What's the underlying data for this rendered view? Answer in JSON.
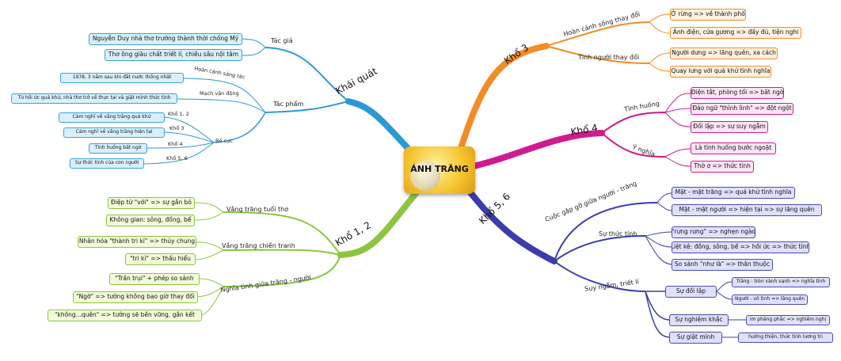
{
  "center": {
    "title": "ÁNH TRĂNG"
  },
  "colors": {
    "blue": "#2a9ad6",
    "green": "#8cc63f",
    "orange": "#f28c28",
    "pink": "#cf1b8f",
    "purple": "#3c3cab"
  },
  "khai_quat": {
    "label": "Khái quát",
    "tac_gia": {
      "label": "Tác giả",
      "items": [
        "Nguyễn Duy nhà thơ trưởng thành thời chống Mỹ",
        "Thơ ông giàu chất triết lí, chiều sâu nội tâm"
      ]
    },
    "tac_pham": {
      "label": "Tác phẩm",
      "hoan_canh_label": "Hoàn cảnh sáng tác",
      "hoan_canh": "1978, 3 năm sau khi đất nước thống nhất",
      "mach_label": "Mạch vận động",
      "mach": "Từ hồi ức quá khứ, nhà thơ trở về thực tại và giật mình thức tỉnh",
      "bo_cuc_label": "Bố cục",
      "bo_cuc": [
        {
          "label": "Khổ 1, 2",
          "text": "Cảm nghĩ về vầng trăng quá khứ"
        },
        {
          "label": "Khổ 3",
          "text": "Cảm nghĩ về vầng trăng hiện tại"
        },
        {
          "label": "Khổ 4",
          "text": "Tình huống bất ngờ"
        },
        {
          "label": "Khổ 5, 6",
          "text": "Sự thức tỉnh của con người"
        }
      ]
    }
  },
  "kho12": {
    "label": "Khổ 1, 2",
    "tuoi_tho": {
      "label": "Vầng trăng tuổi thơ",
      "items": [
        "Điệp từ \"với\" => sự gắn bó",
        "Không gian: sông, đồng, bể"
      ]
    },
    "chien_tranh": {
      "label": "Vầng trăng chiến tranh",
      "items": [
        "Nhân hóa \"thành tri kỉ\" => thủy chung",
        "\"tri kỉ\" => thấu hiểu"
      ]
    },
    "nghia_tinh": {
      "label": "Nghĩa tình giữa trăng - người",
      "items": [
        "\"Trần trụi\" + phép so sánh",
        "\"Ngỡ\" => tưởng không bao giờ thay đổi",
        "\"không...quên\" => tưởng sẽ bền vững, gắn kết"
      ]
    }
  },
  "kho3": {
    "label": "Khổ 3",
    "hoan_canh": {
      "label": "Hoàn cảnh sống thay đổi",
      "items": [
        "Ở rừng => về thành phố",
        "Ánh điện, cửa gương => đầy đủ, tiện nghi"
      ]
    },
    "tinh_nguoi": {
      "label": "Tình người thay đổi",
      "items": [
        "Người dưng => lãng quên, xa cách",
        "Quay lưng với quá khứ tình nghĩa"
      ]
    }
  },
  "kho4": {
    "label": "Khổ 4",
    "tinh_huong": {
      "label": "Tình huống",
      "items": [
        "Điện tắt, phòng tối => bất ngờ",
        "Đảo ngữ \"thình lình\" => đột ngột",
        "Đối lập => sự suy ngẫm"
      ]
    },
    "y_nghia": {
      "label": "Ý nghĩa",
      "items": [
        "Là tình huống bước ngoặt",
        "Thờ ơ => thức tỉnh"
      ]
    }
  },
  "kho56": {
    "label": "Khổ 5, 6",
    "cuoc_gap": {
      "label": "Cuộc gặp gỡ giữa người - trăng",
      "items": [
        "Mặt - mặt trăng => quá khứ tình nghĩa",
        "Mặt - mặt người => hiện tại => sự lãng quên"
      ]
    },
    "thuc_tinh": {
      "label": "Sự thức tỉnh",
      "items": [
        "\"rưng rưng\" => nghẹn ngào",
        "Liệt kê: đồng, sông, bể => hồi ức => thức tỉnh",
        "So sánh \"như là\" => thân thuộc"
      ]
    },
    "suy_ngam": {
      "label": "Suy ngẫm, triết lí",
      "doi_lap": {
        "label": "Sự đối lập",
        "items": [
          "Trăng - tròn vành vạnh => nghĩa tình",
          "Người - vô tình => lãng quên"
        ]
      },
      "nghiem_khac": {
        "label": "Sự nghiêm khắc",
        "item": "im phăng phắc => nghiêm nghị"
      },
      "giat_minh": {
        "label": "Sự giật mình",
        "item": "hướng thiện, thức tỉnh lương tri"
      }
    }
  }
}
